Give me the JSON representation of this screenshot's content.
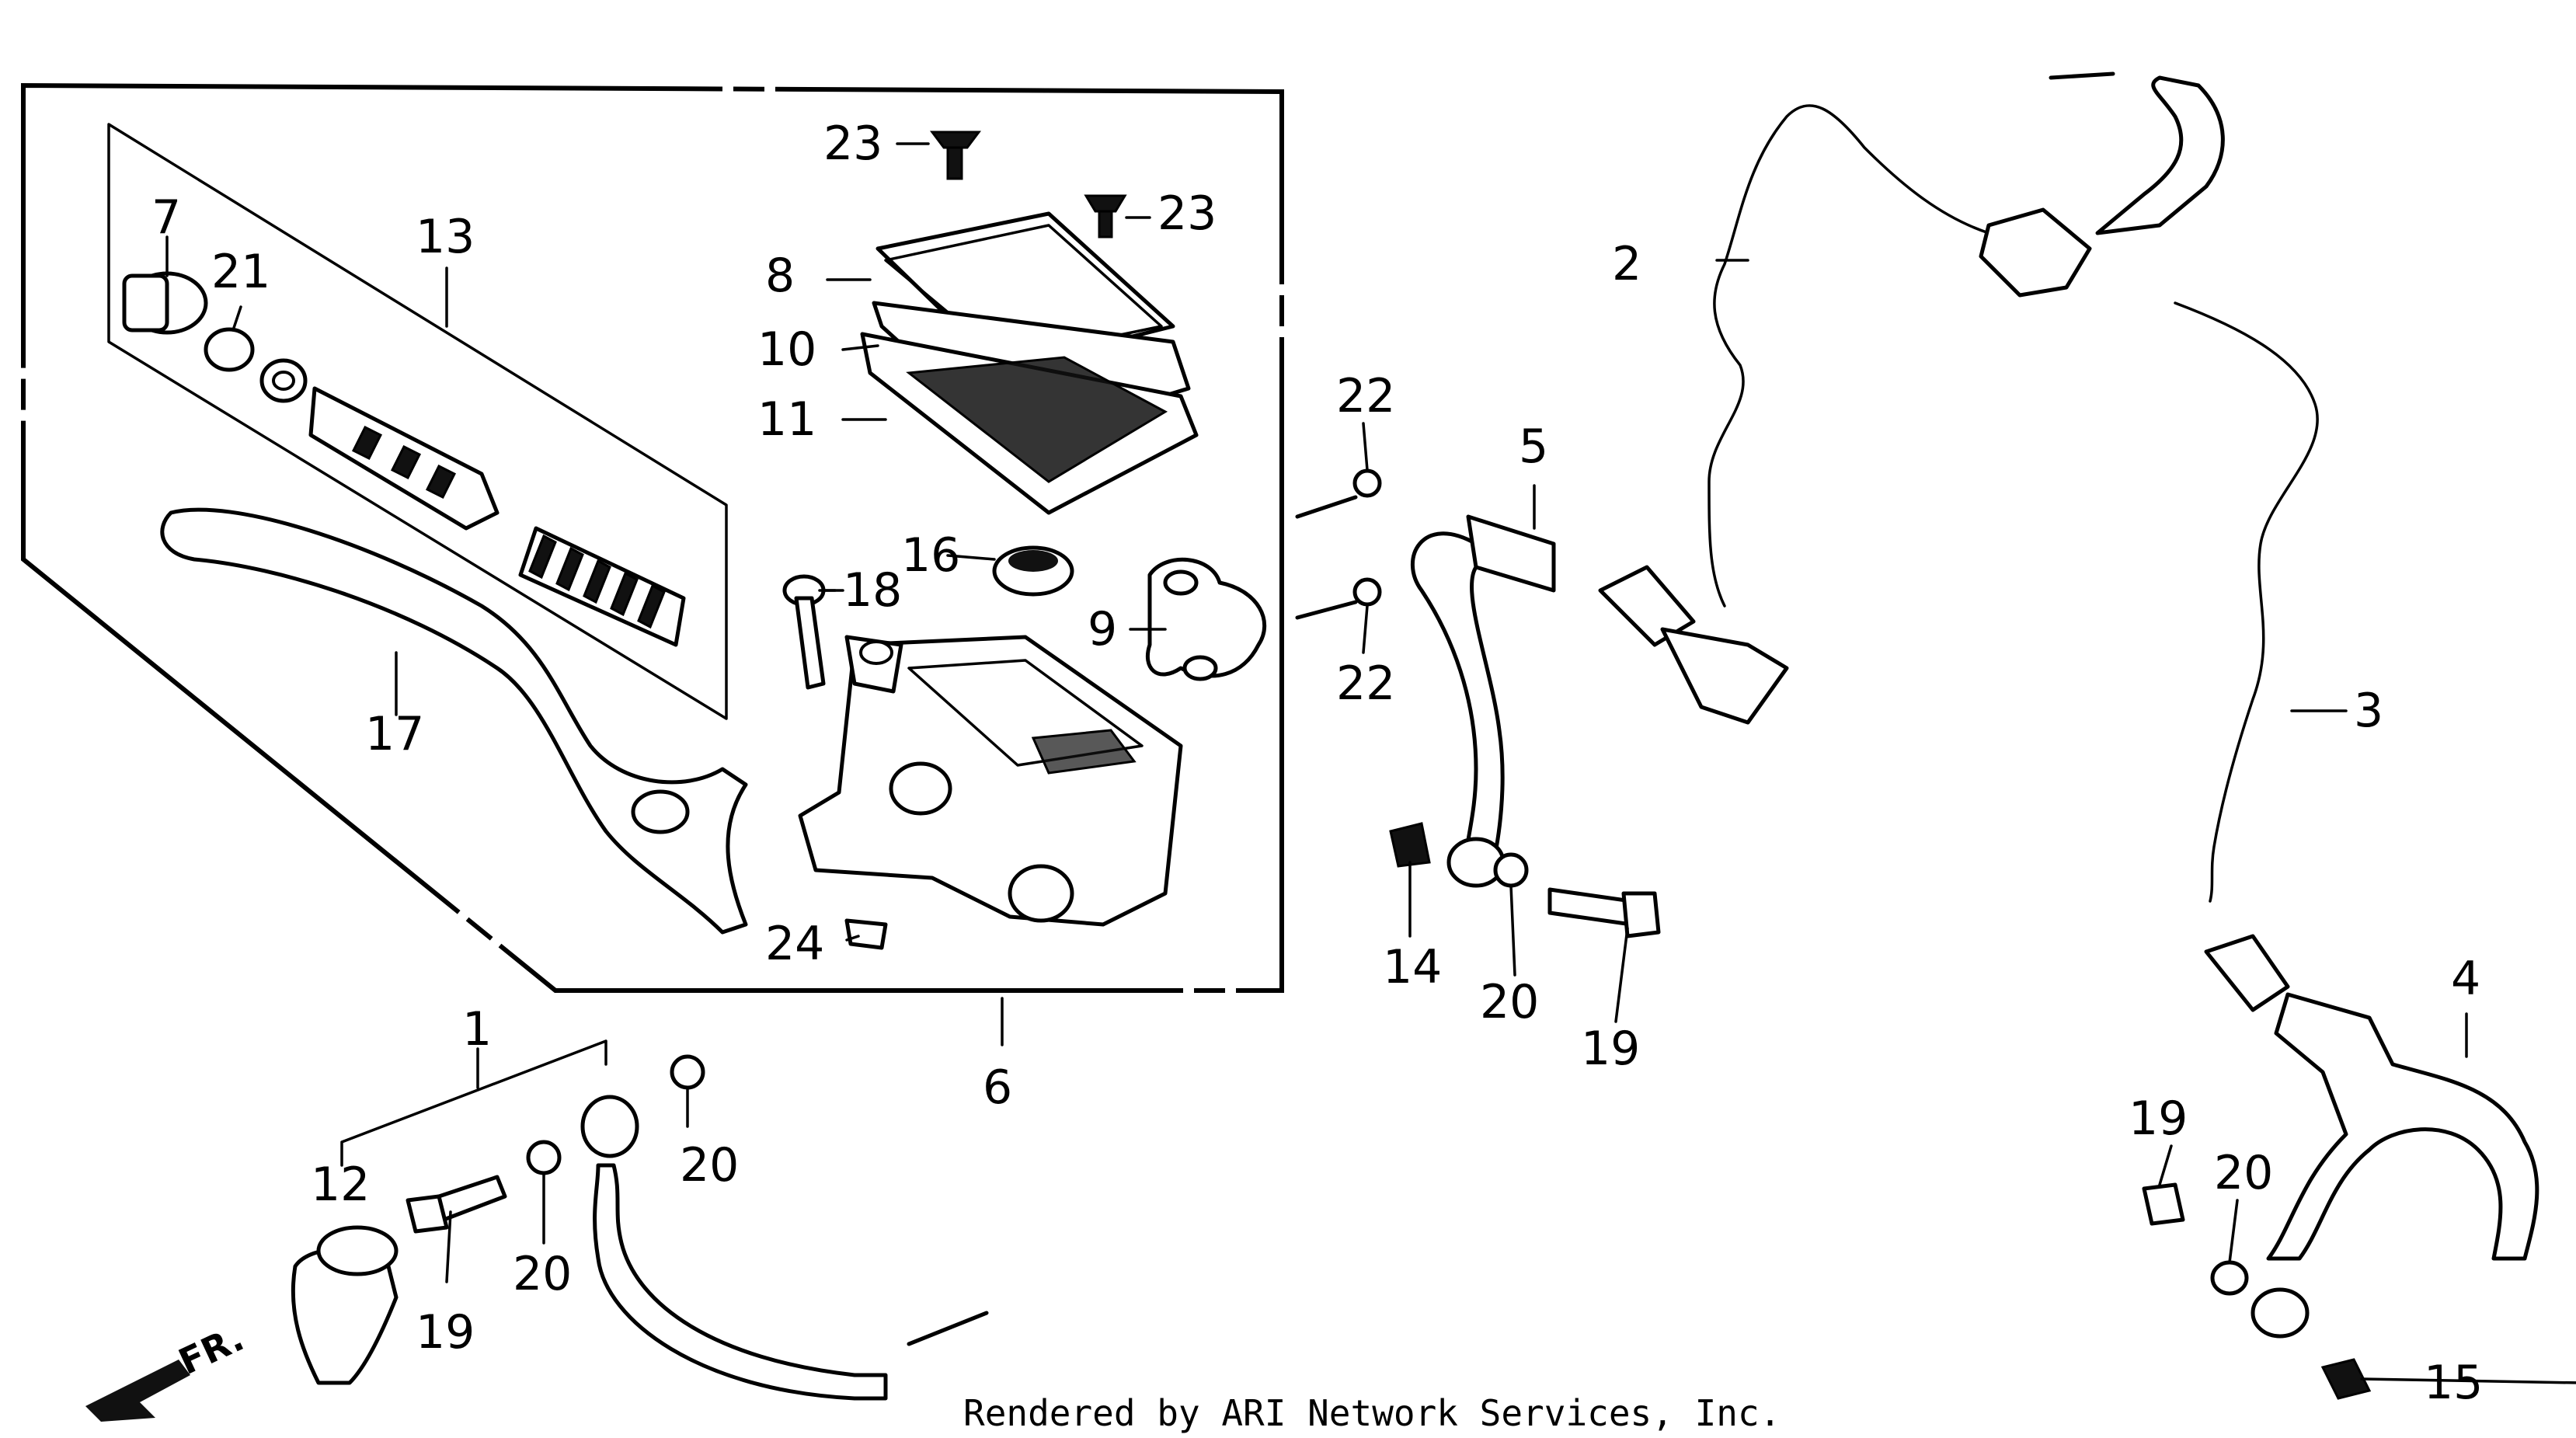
{
  "diagram": {
    "callouts": {
      "c1": "1",
      "c2": "2",
      "c3": "3",
      "c4": "4",
      "c5": "5",
      "c6": "6",
      "c7": "7",
      "c8": "8",
      "c9": "9",
      "c10": "10",
      "c11": "11",
      "c12": "12",
      "c13": "13",
      "c14": "14",
      "c15": "15",
      "c16": "16",
      "c17": "17",
      "c18": "18",
      "c19a": "19",
      "c19b": "19",
      "c19c": "19",
      "c20a": "20",
      "c20b": "20",
      "c20c": "20",
      "c20d": "20",
      "c21": "21",
      "c22a": "22",
      "c22b": "22",
      "c23a": "23",
      "c23b": "23",
      "c24": "24"
    },
    "direction_label": "FR.",
    "footer": "Rendered by ARI Network Services, Inc."
  },
  "colors": {
    "ink": "#000000",
    "paper": "#ffffff"
  }
}
